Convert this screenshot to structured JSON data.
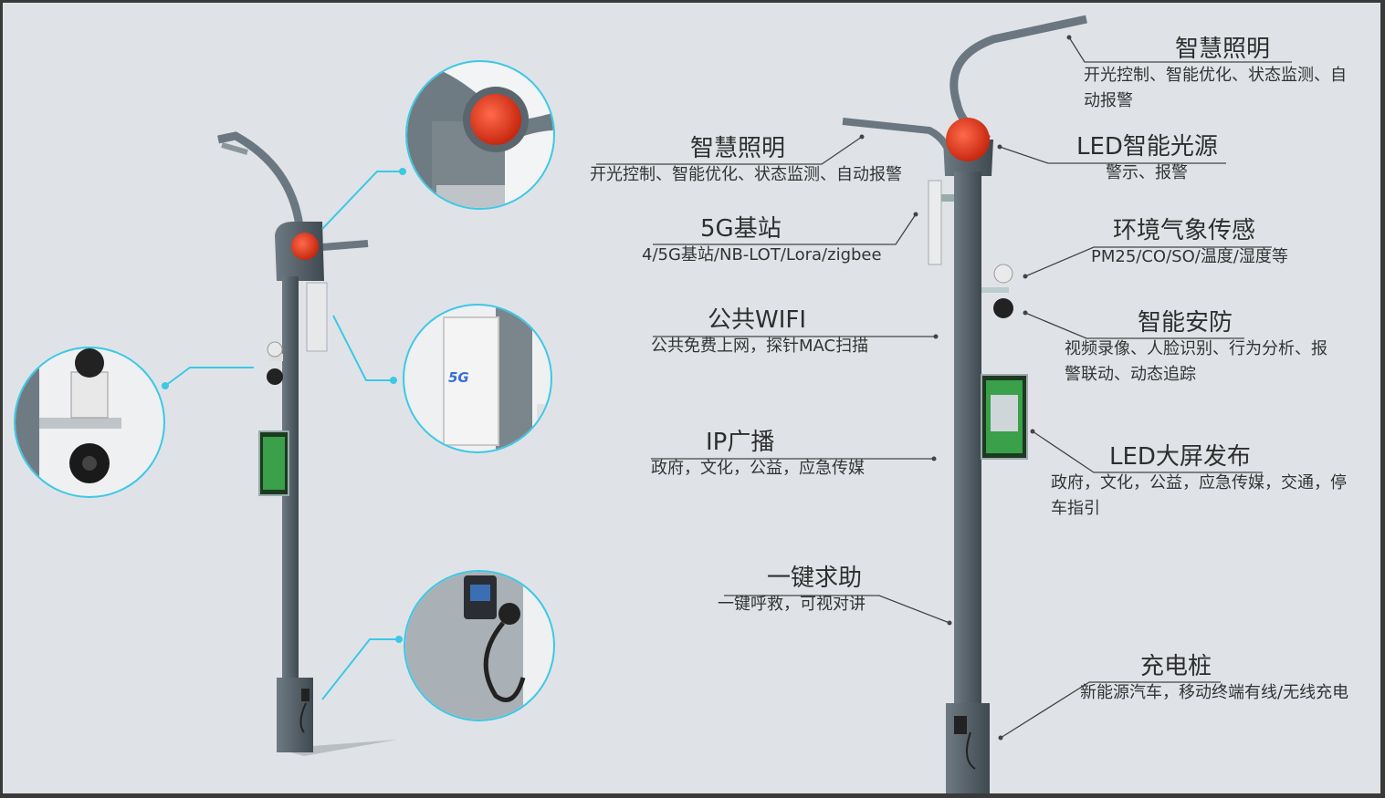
{
  "features": {
    "lighting_left": {
      "title": "智慧照明",
      "desc": "开光控制、智能优化、状态监测、自动报警"
    },
    "lighting_right": {
      "title": "智慧照明",
      "desc": "开光控制、智能优化、状态监测、自动报警"
    },
    "led_light": {
      "title": "LED智能光源",
      "desc": "警示、报警"
    },
    "base_5g": {
      "title": "5G基站",
      "desc": "4/5G基站/NB-LOT/Lora/zigbee"
    },
    "environment": {
      "title": "环境气象传感",
      "desc": "PM25/CO/SO/温度/湿度等"
    },
    "wifi": {
      "title": "公共WIFI",
      "desc": "公共免费上网，探针MAC扫描"
    },
    "security": {
      "title": "智能安防",
      "desc": "视频录像、人脸识别、行为分析、报警联动、动态追踪"
    },
    "ip_broadcast": {
      "title": "IP广播",
      "desc": "政府，文化，公益，应急传媒"
    },
    "led_screen": {
      "title": "LED大屏发布",
      "desc": "政府，文化，公益，应急传媒，交通，停车指引"
    },
    "sos": {
      "title": "一键求助",
      "desc": "一键呼救，可视对讲"
    },
    "charger": {
      "title": "充电桩",
      "desc": "新能源汽车，移动终端有线/无线充电"
    }
  },
  "badge_5g": "5G",
  "colors": {
    "accent_line": "#3cc8e6",
    "red_light": "#e03a20",
    "pole": "#5f6a72",
    "screen_green": "#2a9a3a"
  }
}
